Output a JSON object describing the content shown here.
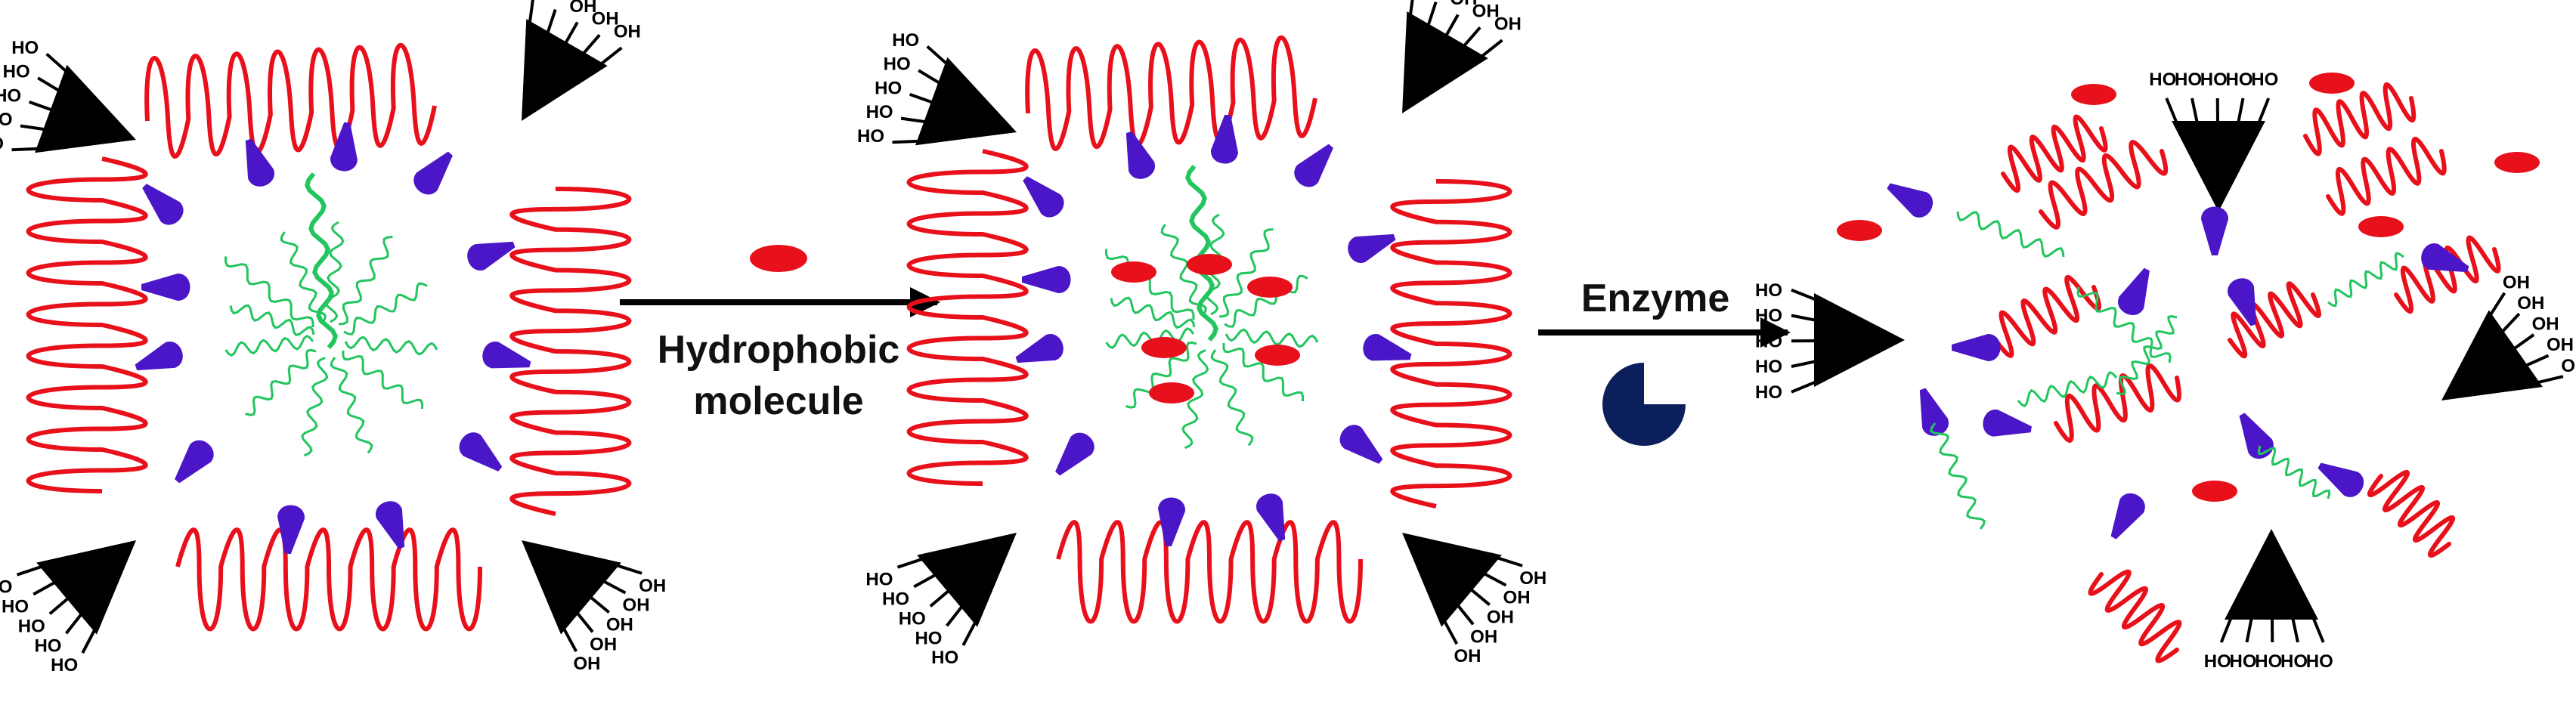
{
  "arrow1": {
    "line1": "Hydrophobic",
    "line2": "molecule"
  },
  "arrow2": {
    "label": "Enzyme"
  },
  "group_label": "OH",
  "group_label_alt": "HO",
  "colors": {
    "shell": "#e8101a",
    "linker": "#22c55e",
    "head": "#4b16c8",
    "dendron": "#000000",
    "drug": "#e8101a",
    "enzyme": "#0b1f5c",
    "arrow": "#000000"
  }
}
